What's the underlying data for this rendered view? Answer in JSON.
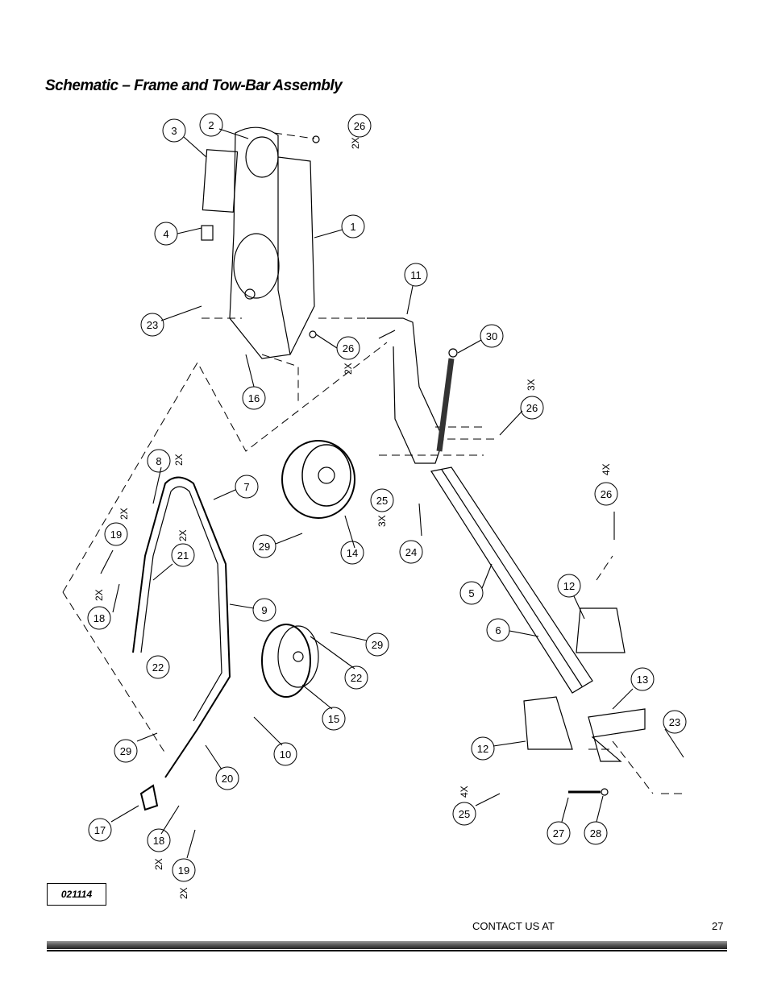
{
  "title": "Schematic – Frame and Tow-Bar Assembly",
  "drawing_code": "021114",
  "footer": {
    "contact": "CONTACT US AT",
    "page": "27"
  },
  "callouts": [
    {
      "id": "c3",
      "label": "3"
    },
    {
      "id": "c2",
      "label": "2"
    },
    {
      "id": "c26a",
      "label": "26"
    },
    {
      "id": "c1",
      "label": "1"
    },
    {
      "id": "c4",
      "label": "4"
    },
    {
      "id": "c23a",
      "label": "23"
    },
    {
      "id": "c26b",
      "label": "26"
    },
    {
      "id": "c16",
      "label": "16"
    },
    {
      "id": "c11",
      "label": "11"
    },
    {
      "id": "c30",
      "label": "30"
    },
    {
      "id": "c26c",
      "label": "26"
    },
    {
      "id": "c8",
      "label": "8"
    },
    {
      "id": "c7",
      "label": "7"
    },
    {
      "id": "c25a",
      "label": "25"
    },
    {
      "id": "c24",
      "label": "24"
    },
    {
      "id": "c26d",
      "label": "26"
    },
    {
      "id": "c19a",
      "label": "19"
    },
    {
      "id": "c21",
      "label": "21"
    },
    {
      "id": "c29a",
      "label": "29"
    },
    {
      "id": "c14",
      "label": "14"
    },
    {
      "id": "c18a",
      "label": "18"
    },
    {
      "id": "c5",
      "label": "5"
    },
    {
      "id": "c12a",
      "label": "12"
    },
    {
      "id": "c9",
      "label": "9"
    },
    {
      "id": "c6",
      "label": "6"
    },
    {
      "id": "c29b",
      "label": "29"
    },
    {
      "id": "c22a",
      "label": "22"
    },
    {
      "id": "c22b",
      "label": "22"
    },
    {
      "id": "c13",
      "label": "13"
    },
    {
      "id": "c15",
      "label": "15"
    },
    {
      "id": "c23b",
      "label": "23"
    },
    {
      "id": "c29c",
      "label": "29"
    },
    {
      "id": "c10",
      "label": "10"
    },
    {
      "id": "c20",
      "label": "20"
    },
    {
      "id": "c12b",
      "label": "12"
    },
    {
      "id": "c17",
      "label": "17"
    },
    {
      "id": "c18b",
      "label": "18"
    },
    {
      "id": "c25b",
      "label": "25"
    },
    {
      "id": "c27",
      "label": "27"
    },
    {
      "id": "c28",
      "label": "28"
    },
    {
      "id": "c19b",
      "label": "19"
    }
  ],
  "quantities": [
    {
      "id": "q26a",
      "label": "2X"
    },
    {
      "id": "q26b",
      "label": "2X"
    },
    {
      "id": "q26c",
      "label": "3X"
    },
    {
      "id": "q8",
      "label": "2X"
    },
    {
      "id": "q25a",
      "label": "3X"
    },
    {
      "id": "q26d",
      "label": "4X"
    },
    {
      "id": "q19a",
      "label": "2X"
    },
    {
      "id": "q21",
      "label": "2X"
    },
    {
      "id": "q18a",
      "label": "2X"
    },
    {
      "id": "q25b",
      "label": "4X"
    },
    {
      "id": "q18b",
      "label": "2X"
    },
    {
      "id": "q19b",
      "label": "2X"
    }
  ]
}
